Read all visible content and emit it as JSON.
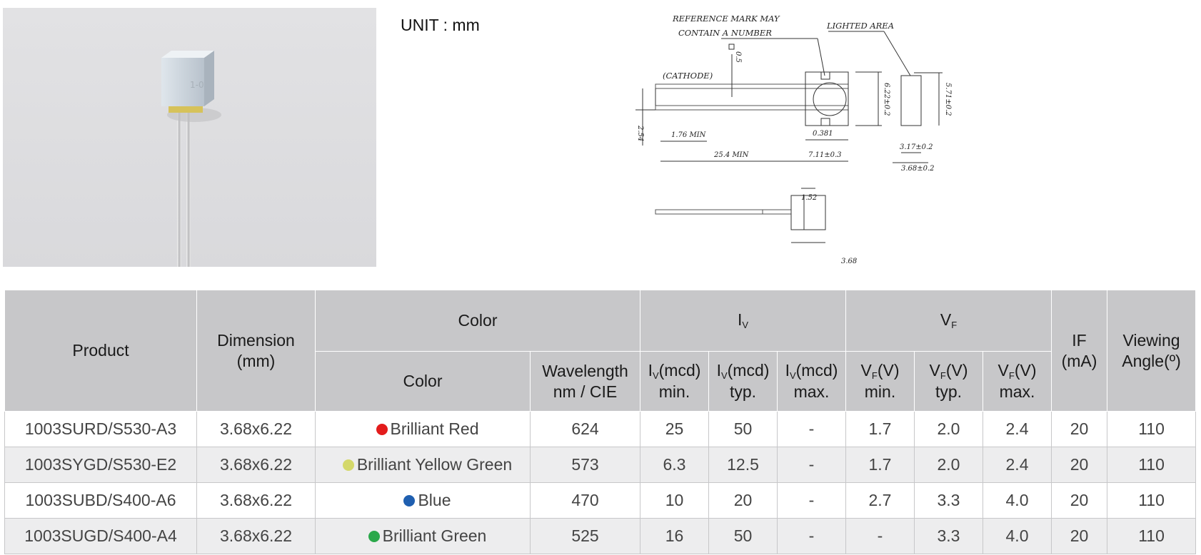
{
  "unit_label": "UNIT : mm",
  "drawing": {
    "notes": [
      "REFERENCE  MARK  MAY",
      "CONTAIN  A  NUMBER",
      "LIGHTED AREA",
      "(CATHODE)"
    ],
    "dims": [
      "0.5",
      "6.22±0.2",
      "5.71±0.2",
      "2.54",
      "1.76 MIN",
      "0.381",
      "25.4 MIN",
      "7.11±0.3",
      "3.17±0.2",
      "3.68±0.2",
      "1.52",
      "3.68"
    ]
  },
  "table": {
    "headers": {
      "product": "Product",
      "dimension": [
        "Dimension",
        "(mm)"
      ],
      "color_group": "Color",
      "iv_group": {
        "base": "I",
        "sub": "V"
      },
      "vf_group": {
        "base": "V",
        "sub": "F"
      },
      "if": [
        "IF",
        "(mA)"
      ],
      "viewing": [
        "Viewing",
        "Angle(º)"
      ],
      "color": "Color",
      "wavelength": [
        "Wavelength",
        "nm / CIE"
      ],
      "iv_cols": [
        {
          "base": "I",
          "sub": "V",
          "unit": "(mcd)",
          "qual": "min."
        },
        {
          "base": "I",
          "sub": "V",
          "unit": "(mcd)",
          "qual": "typ."
        },
        {
          "base": "I",
          "sub": "V",
          "unit": "(mcd)",
          "qual": "max."
        }
      ],
      "vf_cols": [
        {
          "base": "V",
          "sub": "F",
          "unit": "(V)",
          "qual": "min."
        },
        {
          "base": "V",
          "sub": "F",
          "unit": "(V)",
          "qual": "typ."
        },
        {
          "base": "V",
          "sub": "F",
          "unit": "(V)",
          "qual": "max."
        }
      ]
    },
    "rows": [
      {
        "product": "1003SURD/S530-A3",
        "dimension": "3.68x6.22",
        "dot_color": "#e31c1c",
        "color": "Brilliant Red",
        "wavelength": "624",
        "iv_min": "25",
        "iv_typ": "50",
        "iv_max": "-",
        "vf_min": "1.7",
        "vf_typ": "2.0",
        "vf_max": "2.4",
        "if": "20",
        "angle": "110"
      },
      {
        "product": "1003SYGD/S530-E2",
        "dimension": "3.68x6.22",
        "dot_color": "#d4d86a",
        "color": "Brilliant Yellow Green",
        "wavelength": "573",
        "iv_min": "6.3",
        "iv_typ": "12.5",
        "iv_max": "-",
        "vf_min": "1.7",
        "vf_typ": "2.0",
        "vf_max": "2.4",
        "if": "20",
        "angle": "110"
      },
      {
        "product": "1003SUBD/S400-A6",
        "dimension": "3.68x6.22",
        "dot_color": "#1f5fb0",
        "color": "Blue",
        "wavelength": "470",
        "iv_min": "10",
        "iv_typ": "20",
        "iv_max": "-",
        "vf_min": "2.7",
        "vf_typ": "3.3",
        "vf_max": "4.0",
        "if": "20",
        "angle": "110"
      },
      {
        "product": "1003SUGD/S400-A4",
        "dimension": "3.68x6.22",
        "dot_color": "#2aa84a",
        "color": "Brilliant Green",
        "wavelength": "525",
        "iv_min": "16",
        "iv_typ": "50",
        "iv_max": "-",
        "vf_min": "-",
        "vf_typ": "3.3",
        "vf_max": "4.0",
        "if": "20",
        "angle": "110"
      }
    ]
  }
}
